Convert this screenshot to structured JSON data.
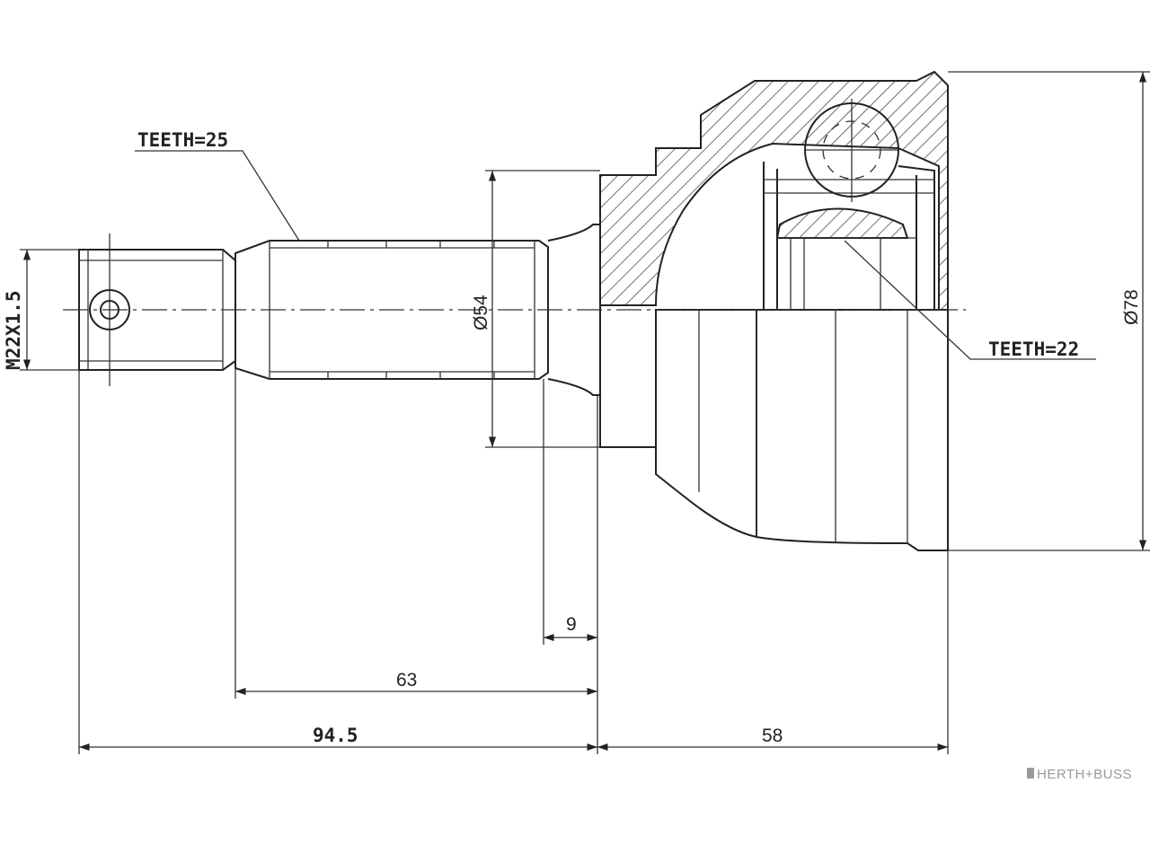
{
  "annotations": {
    "teeth_shaft": "TEETH=25",
    "teeth_bell": "TEETH=22",
    "thread": "M22X1.5"
  },
  "dimensions": {
    "shaft_diameter": "Ø54",
    "outer_diameter": "Ø78",
    "shoulder_length": "9",
    "spline_length": "63",
    "shaft_total_length": "94.5",
    "bell_length": "58"
  },
  "brand": {
    "name": "HERTH+BUSS",
    "color": "#9a9a9a"
  },
  "colors": {
    "line": "#222222",
    "background": "#ffffff"
  }
}
